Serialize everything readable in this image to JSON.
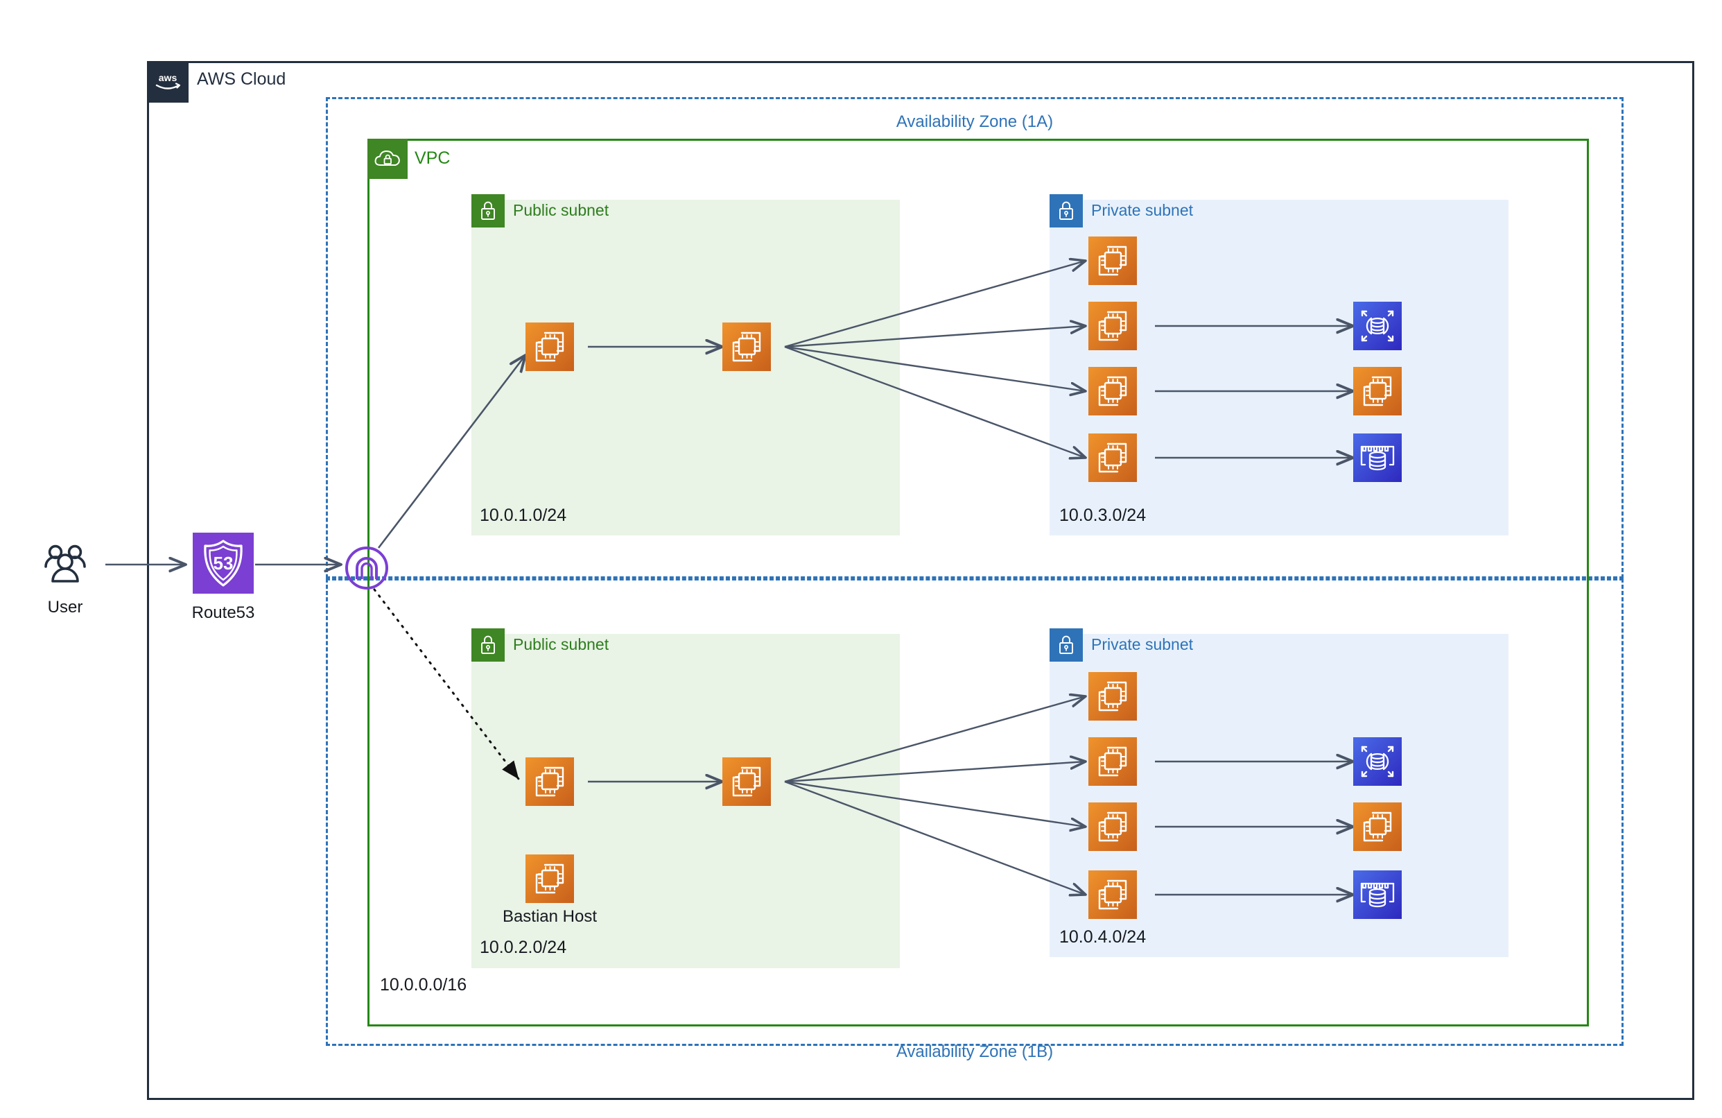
{
  "diagram": {
    "title": "AWS Cloud",
    "cloud": {
      "label": "AWS Cloud",
      "logo_icon": "aws-logo-icon",
      "border_color": "#232F3E"
    },
    "availability_zones": [
      {
        "id": "az-a",
        "label": "Availability Zone (1A)",
        "color": "#2E73B8"
      },
      {
        "id": "az-b",
        "label": "Availability Zone (1B)",
        "color": "#2E73B8"
      }
    ],
    "vpc": {
      "label": "VPC",
      "cidr": "10.0.0.0/16",
      "icon": "vpc-cloud-lock-icon",
      "border_color": "#248814",
      "badge_color": "#3F8624"
    },
    "subnets": [
      {
        "id": "public-a",
        "title": "Public subnet",
        "type": "public",
        "cidr": "10.0.1.0/24",
        "icon": "lock-icon",
        "badge_color": "#3F8624",
        "fill_color": "#E9F3E6",
        "zone": "az-a"
      },
      {
        "id": "private-a",
        "title": "Private subnet",
        "type": "private",
        "cidr": "10.0.3.0/24",
        "icon": "lock-icon",
        "badge_color": "#2E73B8",
        "fill_color": "#E8F1FB",
        "zone": "az-a"
      },
      {
        "id": "public-b",
        "title": "Public subnet",
        "type": "public",
        "cidr": "10.0.2.0/24",
        "icon": "lock-icon",
        "badge_color": "#3F8624",
        "fill_color": "#E9F3E6",
        "zone": "az-b"
      },
      {
        "id": "private-b",
        "title": "Private subnet",
        "type": "private",
        "cidr": "10.0.4.0/24",
        "icon": "lock-icon",
        "badge_color": "#2E73B8",
        "fill_color": "#E8F1FB",
        "zone": "az-b"
      }
    ],
    "external_nodes": [
      {
        "id": "user",
        "label": "User",
        "icon": "users-group-icon",
        "color": "#232F3E"
      },
      {
        "id": "route53",
        "label": "Route53",
        "icon": "route53-shield-icon",
        "color": "#7B3FD3"
      }
    ],
    "gateway": {
      "id": "internet-gateway",
      "label": "",
      "icon": "internet-gateway-icon",
      "color": "#7B3FD3"
    },
    "compute_nodes": [
      {
        "id": "ec2-pub-a-1",
        "icon": "ec2-instance-icon",
        "label": "",
        "subnet": "public-a"
      },
      {
        "id": "ec2-pub-a-2",
        "icon": "ec2-instance-icon",
        "label": "",
        "subnet": "public-a"
      },
      {
        "id": "ec2-pri-a-1",
        "icon": "ec2-instance-icon",
        "label": "",
        "subnet": "private-a"
      },
      {
        "id": "ec2-pri-a-2",
        "icon": "ec2-instance-icon",
        "label": "",
        "subnet": "private-a"
      },
      {
        "id": "ec2-pri-a-3",
        "icon": "ec2-instance-icon",
        "label": "",
        "subnet": "private-a"
      },
      {
        "id": "ec2-pri-a-4",
        "icon": "ec2-instance-icon",
        "label": "",
        "subnet": "private-a"
      },
      {
        "id": "aurora-a",
        "icon": "aurora-database-icon",
        "label": "",
        "subnet": "private-a"
      },
      {
        "id": "ec2-backend-a",
        "icon": "ec2-instance-icon",
        "label": "",
        "subnet": "private-a"
      },
      {
        "id": "rds-a",
        "icon": "rds-database-icon",
        "label": "",
        "subnet": "private-a"
      },
      {
        "id": "ec2-pub-b-1",
        "icon": "ec2-instance-icon",
        "label": "",
        "subnet": "public-b"
      },
      {
        "id": "ec2-pub-b-2",
        "icon": "ec2-instance-icon",
        "label": "",
        "subnet": "public-b"
      },
      {
        "id": "bastian-host",
        "icon": "ec2-instance-icon",
        "label": "Bastian Host",
        "subnet": "public-b"
      },
      {
        "id": "ec2-pri-b-1",
        "icon": "ec2-instance-icon",
        "label": "",
        "subnet": "private-b"
      },
      {
        "id": "ec2-pri-b-2",
        "icon": "ec2-instance-icon",
        "label": "",
        "subnet": "private-b"
      },
      {
        "id": "ec2-pri-b-3",
        "icon": "ec2-instance-icon",
        "label": "",
        "subnet": "private-b"
      },
      {
        "id": "ec2-pri-b-4",
        "icon": "ec2-instance-icon",
        "label": "",
        "subnet": "private-b"
      },
      {
        "id": "aurora-b",
        "icon": "aurora-database-icon",
        "label": "",
        "subnet": "private-b"
      },
      {
        "id": "ec2-backend-b",
        "icon": "ec2-instance-icon",
        "label": "",
        "subnet": "private-b"
      },
      {
        "id": "rds-b",
        "icon": "rds-database-icon",
        "label": "",
        "subnet": "private-b"
      }
    ],
    "labels": {
      "bastian_host": "Bastian Host",
      "user": "User",
      "route53": "Route53"
    },
    "colors": {
      "aws_navy": "#232F3E",
      "az_blue": "#2E73B8",
      "vpc_green": "#248814",
      "subnet_green_fill": "#E9F3E6",
      "subnet_blue_fill": "#E8F1FB",
      "ec2_orange": "#E8871E",
      "database_blue": "#3B48CC",
      "route53_purple": "#7B3FD3",
      "edge_gray": "#4A5568"
    }
  }
}
